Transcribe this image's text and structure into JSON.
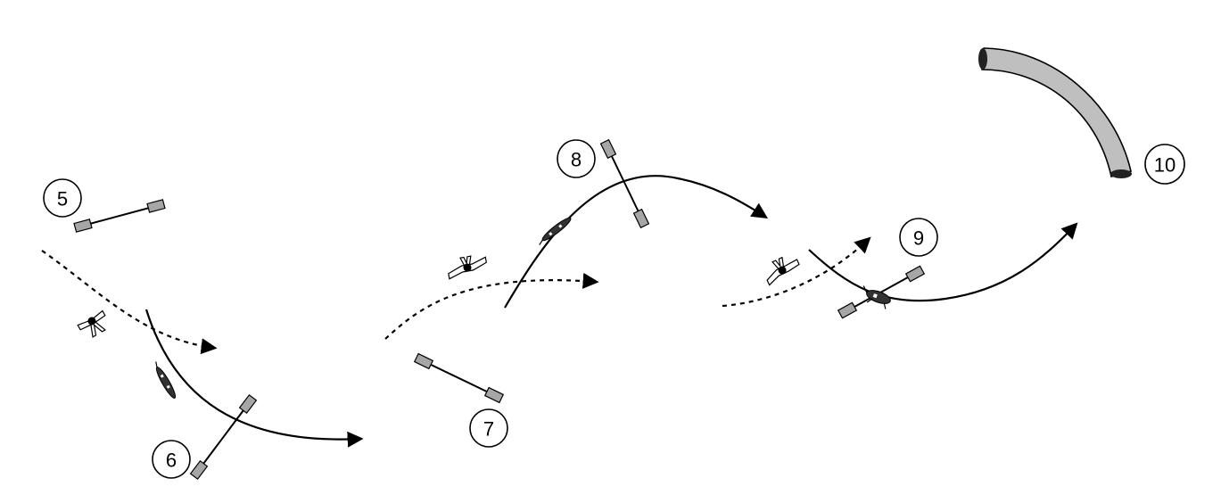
{
  "diagram": {
    "obstacles": [
      {
        "number": "5",
        "type": "jump"
      },
      {
        "number": "6",
        "type": "jump"
      },
      {
        "number": "7",
        "type": "jump"
      },
      {
        "number": "8",
        "type": "jump"
      },
      {
        "number": "9",
        "type": "jump"
      },
      {
        "number": "10",
        "type": "tunnel"
      }
    ],
    "colors": {
      "line": "#000000",
      "jump_wing": "#a6a6a6",
      "tunnel": "#bfbfbf",
      "background": "#ffffff"
    },
    "icons": [
      "handler-figure-icon",
      "dog-icon",
      "arrow-head-icon"
    ]
  }
}
